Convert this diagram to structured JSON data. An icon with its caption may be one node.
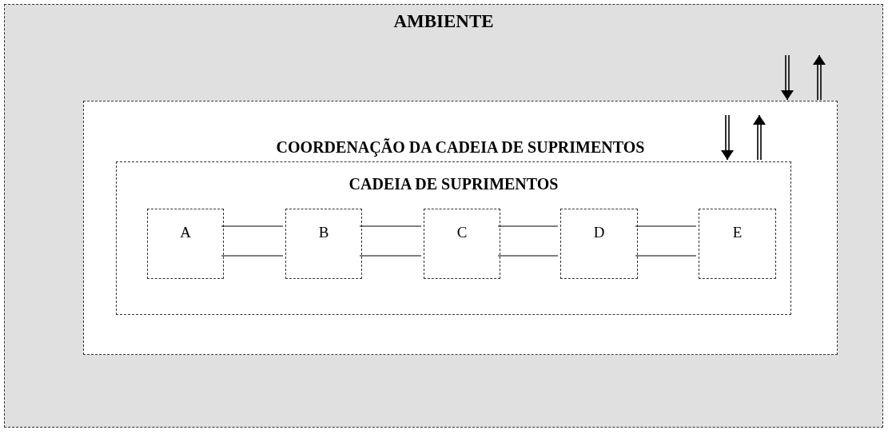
{
  "diagram": {
    "nodes": [
      {
        "text": [
          "AMBIENTE"
        ]
      },
      {
        "text": [
          "COORDENAÇÃO DA CADEIA DE SUPRIMENTOS"
        ],
        "in": 0
      },
      {
        "text": [
          "CADEIA DE SUPRIMENTOS"
        ],
        "in": 1
      },
      {
        "text": [
          "A"
        ],
        "in": 2
      },
      {
        "text": [
          "B"
        ],
        "in": 2
      },
      {
        "text": [
          "C"
        ],
        "in": 2
      },
      {
        "text": [
          "D"
        ],
        "in": 2
      },
      {
        "text": [
          "E"
        ],
        "in": 2
      }
    ],
    "edges": [
      {
        "from": 3,
        "to": 4,
        "arrow": "none"
      },
      {
        "from": 3,
        "to": 4,
        "arrow": "none"
      },
      {
        "from": 4,
        "to": 5,
        "arrow": "none"
      },
      {
        "from": 4,
        "to": 5,
        "arrow": "none"
      },
      {
        "from": 5,
        "to": 6,
        "arrow": "none"
      },
      {
        "from": 5,
        "to": 6,
        "arrow": "none"
      },
      {
        "from": 6,
        "to": 7,
        "arrow": "none"
      },
      {
        "from": 6,
        "to": 7,
        "arrow": "none"
      },
      {
        "from": null,
        "to": 1,
        "arrow": "to"
      },
      {
        "from": 1,
        "to": null,
        "arrow": "to"
      },
      {
        "from": null,
        "to": 2,
        "arrow": "to"
      },
      {
        "from": 2,
        "to": null,
        "arrow": "to"
      }
    ]
  }
}
